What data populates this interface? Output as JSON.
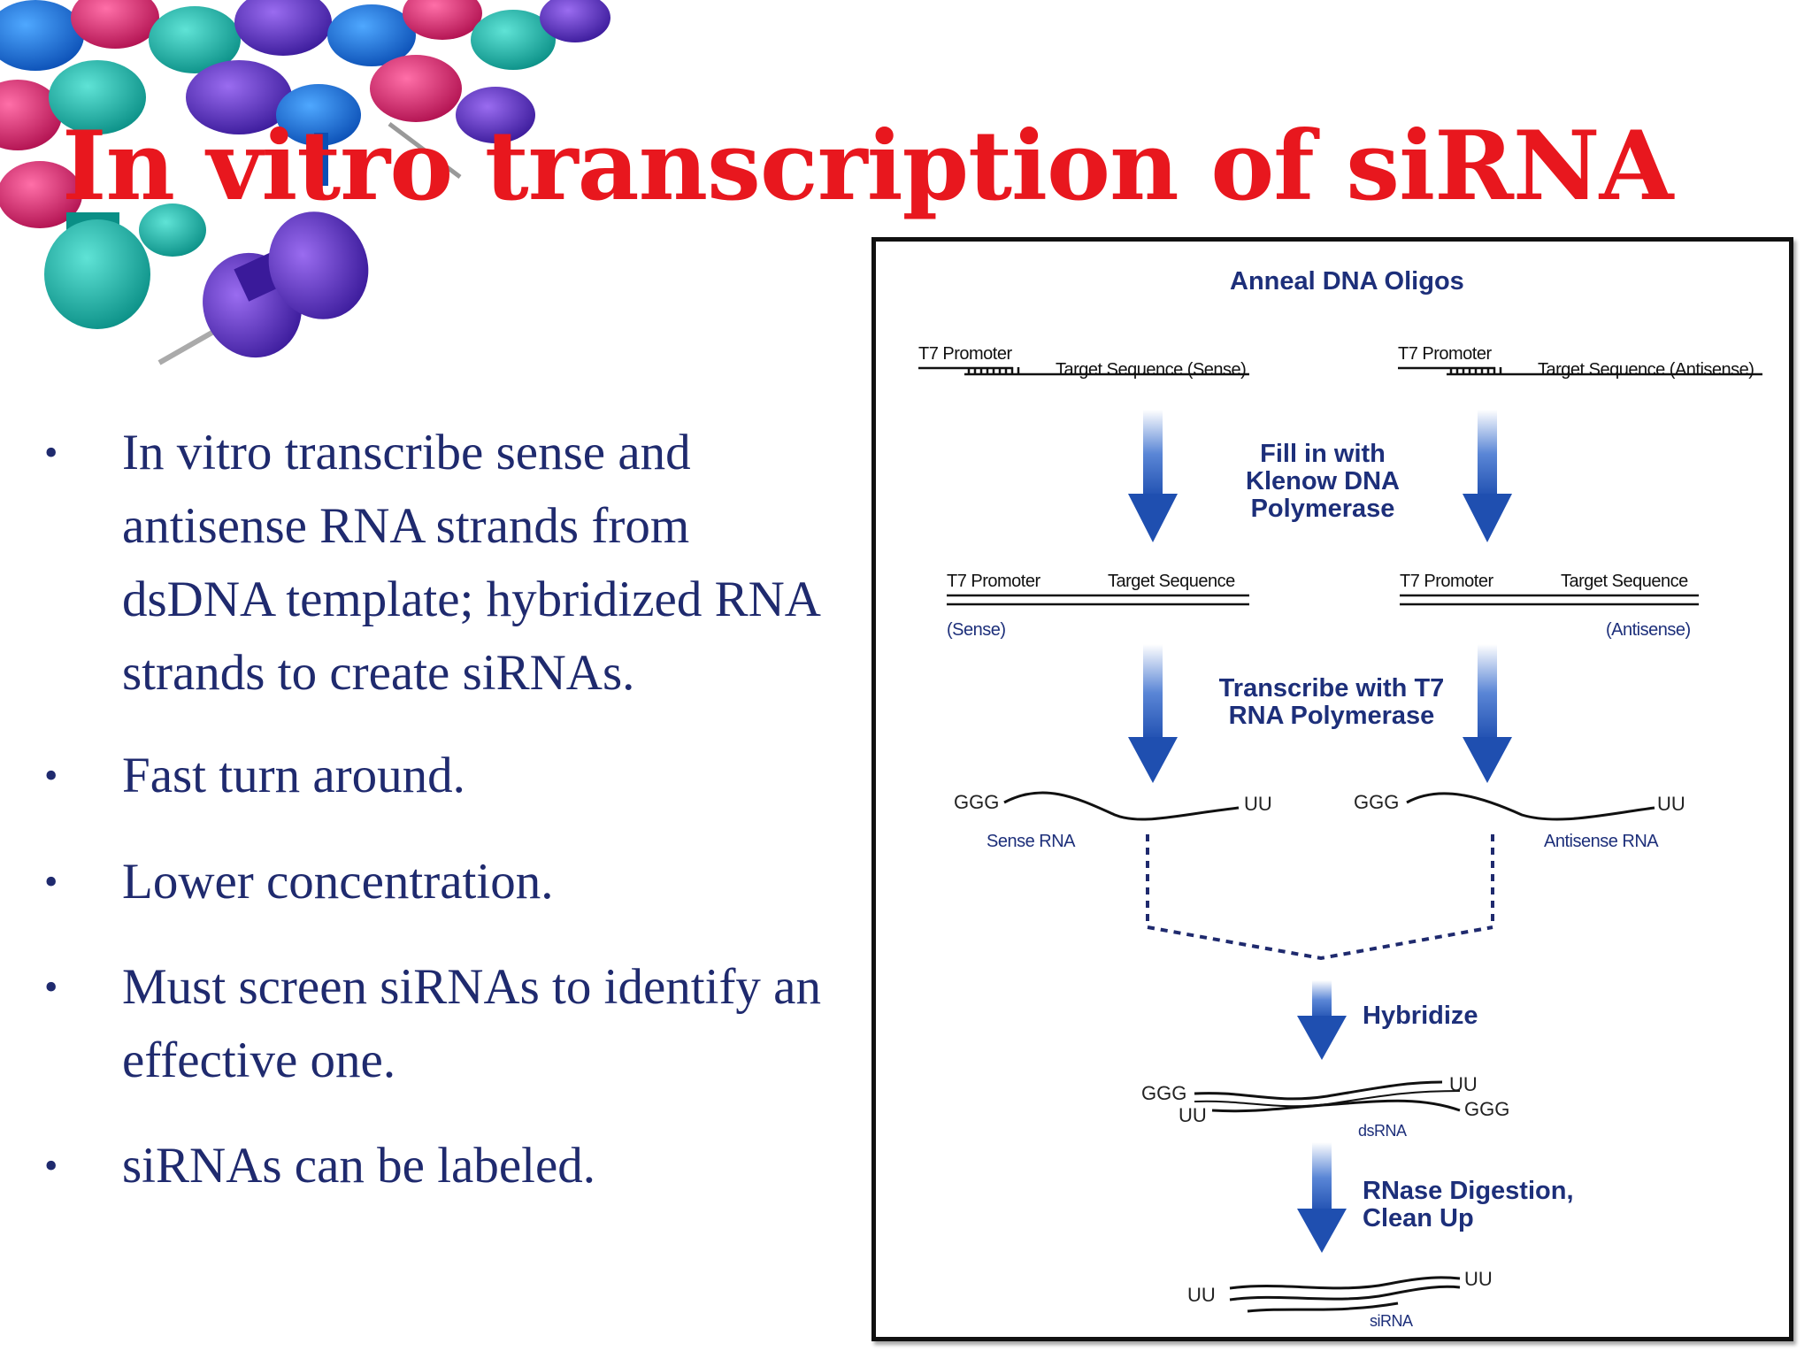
{
  "slide": {
    "title": "In vitro transcription of siRNA",
    "bullets": [
      "In vitro transcribe sense and antisense RNA strands from dsDNA template; hybridized RNA strands to create siRNAs.",
      "Fast turn around.",
      "Lower concentration.",
      "Must screen siRNAs to identify an effective one.",
      "siRNAs can be labeled."
    ],
    "bullet_marker": "•"
  },
  "figure": {
    "steps": {
      "anneal": "Anneal DNA Oligos",
      "fill": "Fill in with Klenow DNA Polymerase",
      "transcribe": "Transcribe with T7 RNA Polymerase",
      "hybridize": "Hybridize",
      "rnase": "RNase Digestion, Clean Up"
    },
    "left": {
      "t7": "T7 Promoter",
      "target_sense": "Target Sequence (Sense)",
      "target": "Target Sequence",
      "strand_tag": "(Sense)",
      "ggg": "GGG",
      "uu": "UU",
      "rna": "Sense RNA"
    },
    "right": {
      "t7": "T7 Promoter",
      "target_antisense": "Target Sequence (Antisense)",
      "target": "Target Sequence",
      "strand_tag": "(Antisense)",
      "ggg": "GGG",
      "uu": "UU",
      "rna": "Antisense RNA"
    },
    "dsrna": {
      "ggg_left": "GGG",
      "uu_left": "UU",
      "uu_right": "UU",
      "ggg_right": "GGG",
      "label": "dsRNA"
    },
    "sirna": {
      "uu_left": "UU",
      "uu_right": "UU",
      "label": "siRNA"
    },
    "colors": {
      "arrow": "#1f4fb0",
      "text": "#1d2f7a",
      "title": "#e8171e"
    }
  }
}
